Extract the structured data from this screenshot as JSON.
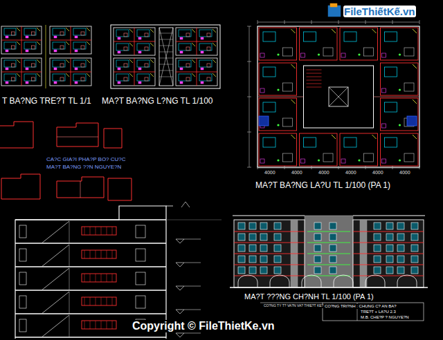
{
  "diagram": {
    "labels": [
      "T BA?NG TRE?T TL 1/1",
      "MA?T BA?NG L?NG   TL 1/100",
      "CA?C GIA?I PHA?P BO? CU?C",
      "MA?T BA?NG ??N NGUYE?N",
      "MA?T BA?NG LA?U TL 1/100 (PA 1)",
      "MA?T ???NG CH?NH TL 1/100 (PA 1)",
      "4000",
      "4000",
      "4000",
      "4000",
      "4000",
      "4000",
      "CO?NG TY T? VA?N VA? THIE?T KE?",
      "CO?NG TRI?NH : CHUNG C? AN BA?",
      "TRE?T + LA?U 2.3",
      "M.B. CHE?P ? NGUYE?N",
      "FileThiếtKế.vn",
      "Copyright © FileThietKe.vn"
    ]
  }
}
